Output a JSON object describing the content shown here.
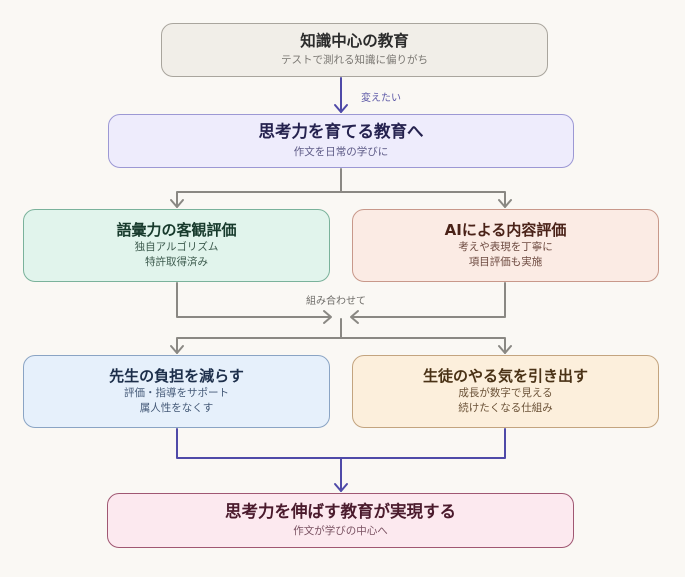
{
  "diagram": {
    "nodes": {
      "start": {
        "title": "知識中心の教育",
        "lines": [
          "テストで測れる知識に偏りがち"
        ]
      },
      "goal": {
        "title": "思考力を育てる教育へ",
        "lines": [
          "作文を日常の学びに"
        ]
      },
      "vocab": {
        "title": "語彙力の客観評価",
        "lines": [
          "独自アルゴリズム",
          "特許取得済み"
        ]
      },
      "ai": {
        "title": "AIによる内容評価",
        "lines": [
          "考えや表現を丁寧に",
          "項目評価も実施"
        ]
      },
      "teacher": {
        "title": "先生の負担を減らす",
        "lines": [
          "評価・指導をサポート",
          "属人性をなくす"
        ]
      },
      "student": {
        "title": "生徒のやる気を引き出す",
        "lines": [
          "成長が数字で見える",
          "続けたくなる仕組み"
        ]
      },
      "result": {
        "title": "思考力を伸ばす教育が実現する",
        "lines": [
          "作文が学びの中心へ"
        ]
      }
    },
    "edges": [
      {
        "from": "start",
        "to": "goal",
        "label": "変えたい"
      },
      {
        "from": "goal",
        "to": "vocab",
        "label": ""
      },
      {
        "from": "goal",
        "to": "ai",
        "label": ""
      },
      {
        "from": "vocab",
        "to": "combine",
        "label": "組み合わせて"
      },
      {
        "from": "ai",
        "to": "combine",
        "label": "組み合わせて"
      },
      {
        "from": "combine",
        "to": "teacher",
        "label": ""
      },
      {
        "from": "combine",
        "to": "student",
        "label": ""
      },
      {
        "from": "teacher",
        "to": "result",
        "label": ""
      },
      {
        "from": "student",
        "to": "result",
        "label": ""
      }
    ],
    "edge_labels": {
      "change": "変えたい",
      "combine": "組み合わせて"
    },
    "colors": {
      "background": "#faf8f4",
      "accent_edge": "#4f4aa8",
      "neutral_edge": "#8a8883",
      "start_fill": "#f1eee8",
      "goal_fill": "#eeecfc",
      "vocab_fill": "#e1f4ec",
      "ai_fill": "#fbebe4",
      "teacher_fill": "#e6f0fb",
      "student_fill": "#fcefdc",
      "result_fill": "#fce9ef"
    }
  }
}
